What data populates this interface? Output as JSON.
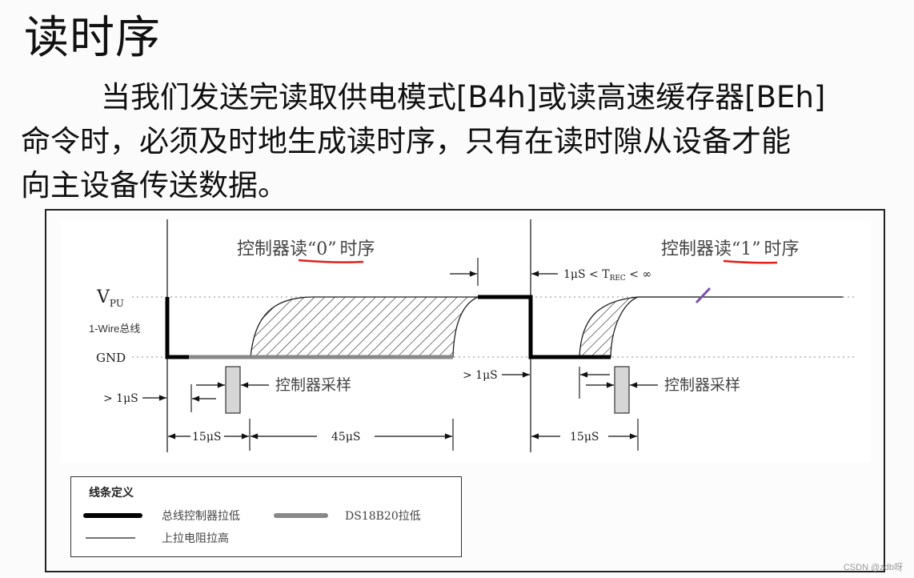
{
  "slide": {
    "title": "读时序",
    "paragraph_line1": "当我们发送完读取供电模式[B4h]或读高速缓存器[BEh]",
    "paragraph_line2": "命令时，必须及时地生成读时序，只有在读时隙从设备才能",
    "paragraph_line3": "向主设备传送数据。"
  },
  "diagram": {
    "read0_title_prefix": "控制器",
    "read0_title_underlined": "读“0”",
    "read0_title_suffix": "时序",
    "read1_title_prefix": "控制器",
    "read1_title_underlined": "读“1”",
    "read1_title_suffix": "时序",
    "y_labels": {
      "vpu": "V",
      "vpu_sub": "PU",
      "bus": "1-Wire总线",
      "gnd": "GND"
    },
    "annotations": {
      "gt1us_left": "> 1μS",
      "gt1us_mid": "> 1μS",
      "trec_prefix": "1μS < T",
      "trec_sub": "REC",
      "trec_suffix": " < ∞",
      "sample_label_0": "控制器采样",
      "sample_label_1": "控制器采样",
      "dur_15us_0": "15μS",
      "dur_45us": "45μS",
      "dur_15us_1": "15μS"
    },
    "colors": {
      "controller_low": "#000000",
      "ds18b20_low": "#888888",
      "pullup": "#333333",
      "underline": "#e0201a",
      "sample_box": "#d6d6d6",
      "pen_mark": "#7a4fb0"
    }
  },
  "legend": {
    "title": "线条定义",
    "items": [
      {
        "label": "总线控制器拉低",
        "style": "thick-black"
      },
      {
        "label": "DS18B20拉低",
        "style": "thick-gray"
      },
      {
        "label": "上拉电阻拉高",
        "style": "thin-black"
      }
    ]
  },
  "watermark": "CSDN @zdb呀"
}
